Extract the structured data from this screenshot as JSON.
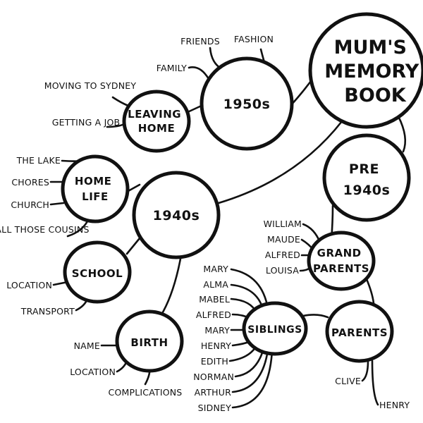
{
  "title": {
    "lines": [
      "MUM'S",
      "MEMORY",
      "BOOK"
    ]
  },
  "nodes": {
    "n1950s": {
      "lines": [
        "1950s"
      ]
    },
    "leaving_home": {
      "lines": [
        "LEAVING",
        "HOME"
      ]
    },
    "n1940s": {
      "lines": [
        "1940s"
      ]
    },
    "home_life": {
      "lines": [
        "HOME",
        "LIFE"
      ]
    },
    "school": {
      "lines": [
        "SCHOOL"
      ]
    },
    "birth": {
      "lines": [
        "BIRTH"
      ]
    },
    "pre1940s": {
      "lines": [
        "PRE",
        "1940s"
      ]
    },
    "grandparents": {
      "lines": [
        "GRAND",
        "PARENTS"
      ]
    },
    "siblings": {
      "lines": [
        "SIBLINGS"
      ]
    },
    "parents": {
      "lines": [
        "PARENTS"
      ]
    }
  },
  "leaves": {
    "n1950s": [
      "FRIENDS",
      "FASHION",
      "FAMILY"
    ],
    "leaving_home": [
      "MOVING TO SYDNEY",
      "GETTING A JOB"
    ],
    "home_life": [
      "THE LAKE",
      "CHORES",
      "CHURCH",
      "ALL THOSE COUSINS"
    ],
    "school": [
      "LOCATION",
      "TRANSPORT"
    ],
    "birth": [
      "NAME",
      "LOCATION",
      "COMPLICATIONS"
    ],
    "grandparents": [
      "WILLIAM",
      "MAUDE",
      "ALFRED",
      "LOUISA"
    ],
    "siblings": [
      "MARY",
      "ALMA",
      "MABEL",
      "ALFRED",
      "MARY",
      "HENRY",
      "EDITH",
      "NORMAN",
      "ARTHUR",
      "SIDNEY"
    ],
    "parents": [
      "CLIVE",
      "HENRY"
    ]
  },
  "colors": {
    "ink": "#111111",
    "paper": "#ffffff"
  }
}
